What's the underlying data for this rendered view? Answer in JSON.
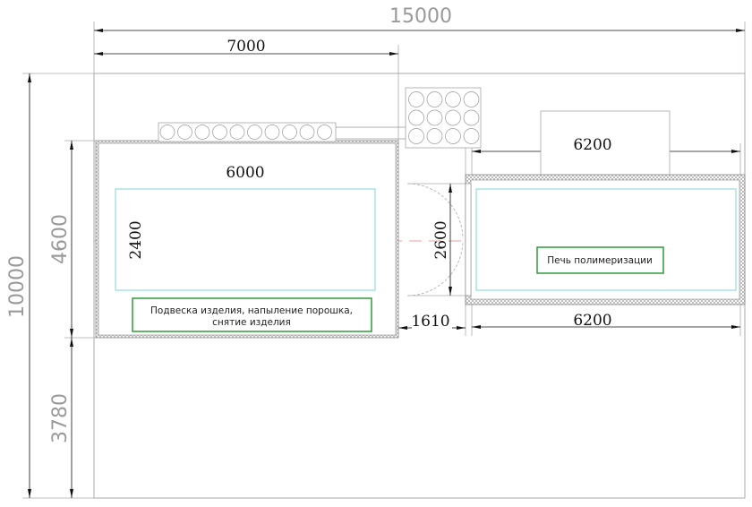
{
  "dimensions": {
    "total_width": "15000",
    "booth_zone_width": "7000",
    "total_height": "10000",
    "booth_zone_height": "4600",
    "lower_zone_height": "3780",
    "booth_inner_width": "6000",
    "booth_inner_height": "2400",
    "oven_width_top": "6200",
    "oven_width_bottom": "6200",
    "oven_opening_height": "2600",
    "gap_between": "1610"
  },
  "labels": {
    "booth_line1": "Подвеска изделия, напыление порошка,",
    "booth_line2": "снятие изделия",
    "oven": "Печь полимеризации"
  },
  "colors": {
    "label_border": "#2e9b3a",
    "inner_area": "#7fd6d6",
    "axis_line": "#e8a0a0"
  }
}
